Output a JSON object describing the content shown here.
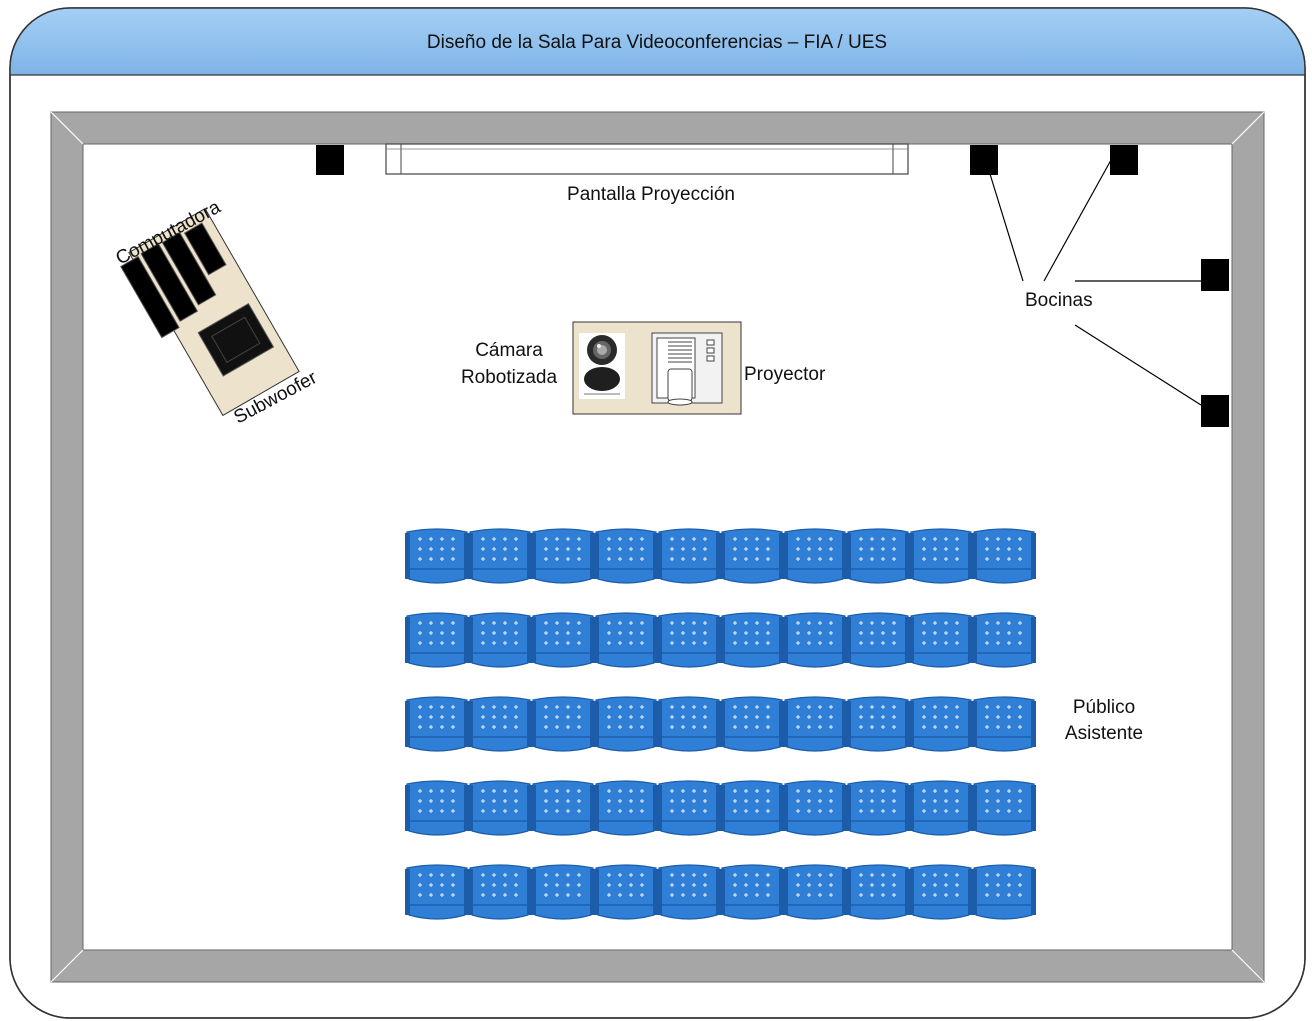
{
  "title": "Diseño de la Sala Para Videoconferencias – FIA / UES",
  "colors": {
    "header": "#8ec0ee",
    "wall": "#a6a6a6",
    "seat": "#2f7fd6",
    "seat_dark": "#1c5ca8",
    "desk": "#ede3cc"
  },
  "labels": {
    "screen": "Pantalla Proyección",
    "computer": "Computadora",
    "subwoofer": "Subwoofer",
    "speakers": "Bocinas",
    "camera_line1": "Cámara",
    "camera_line2": "Robotizada",
    "projector": "Proyector",
    "audience_line1": "Público",
    "audience_line2": "Asistente"
  },
  "icons": {
    "camera": "webcam-icon",
    "projector": "projector-icon",
    "speaker": "speaker-icon",
    "seat": "seat-icon"
  },
  "seating": {
    "rows": 5,
    "seats_per_row": 10
  }
}
